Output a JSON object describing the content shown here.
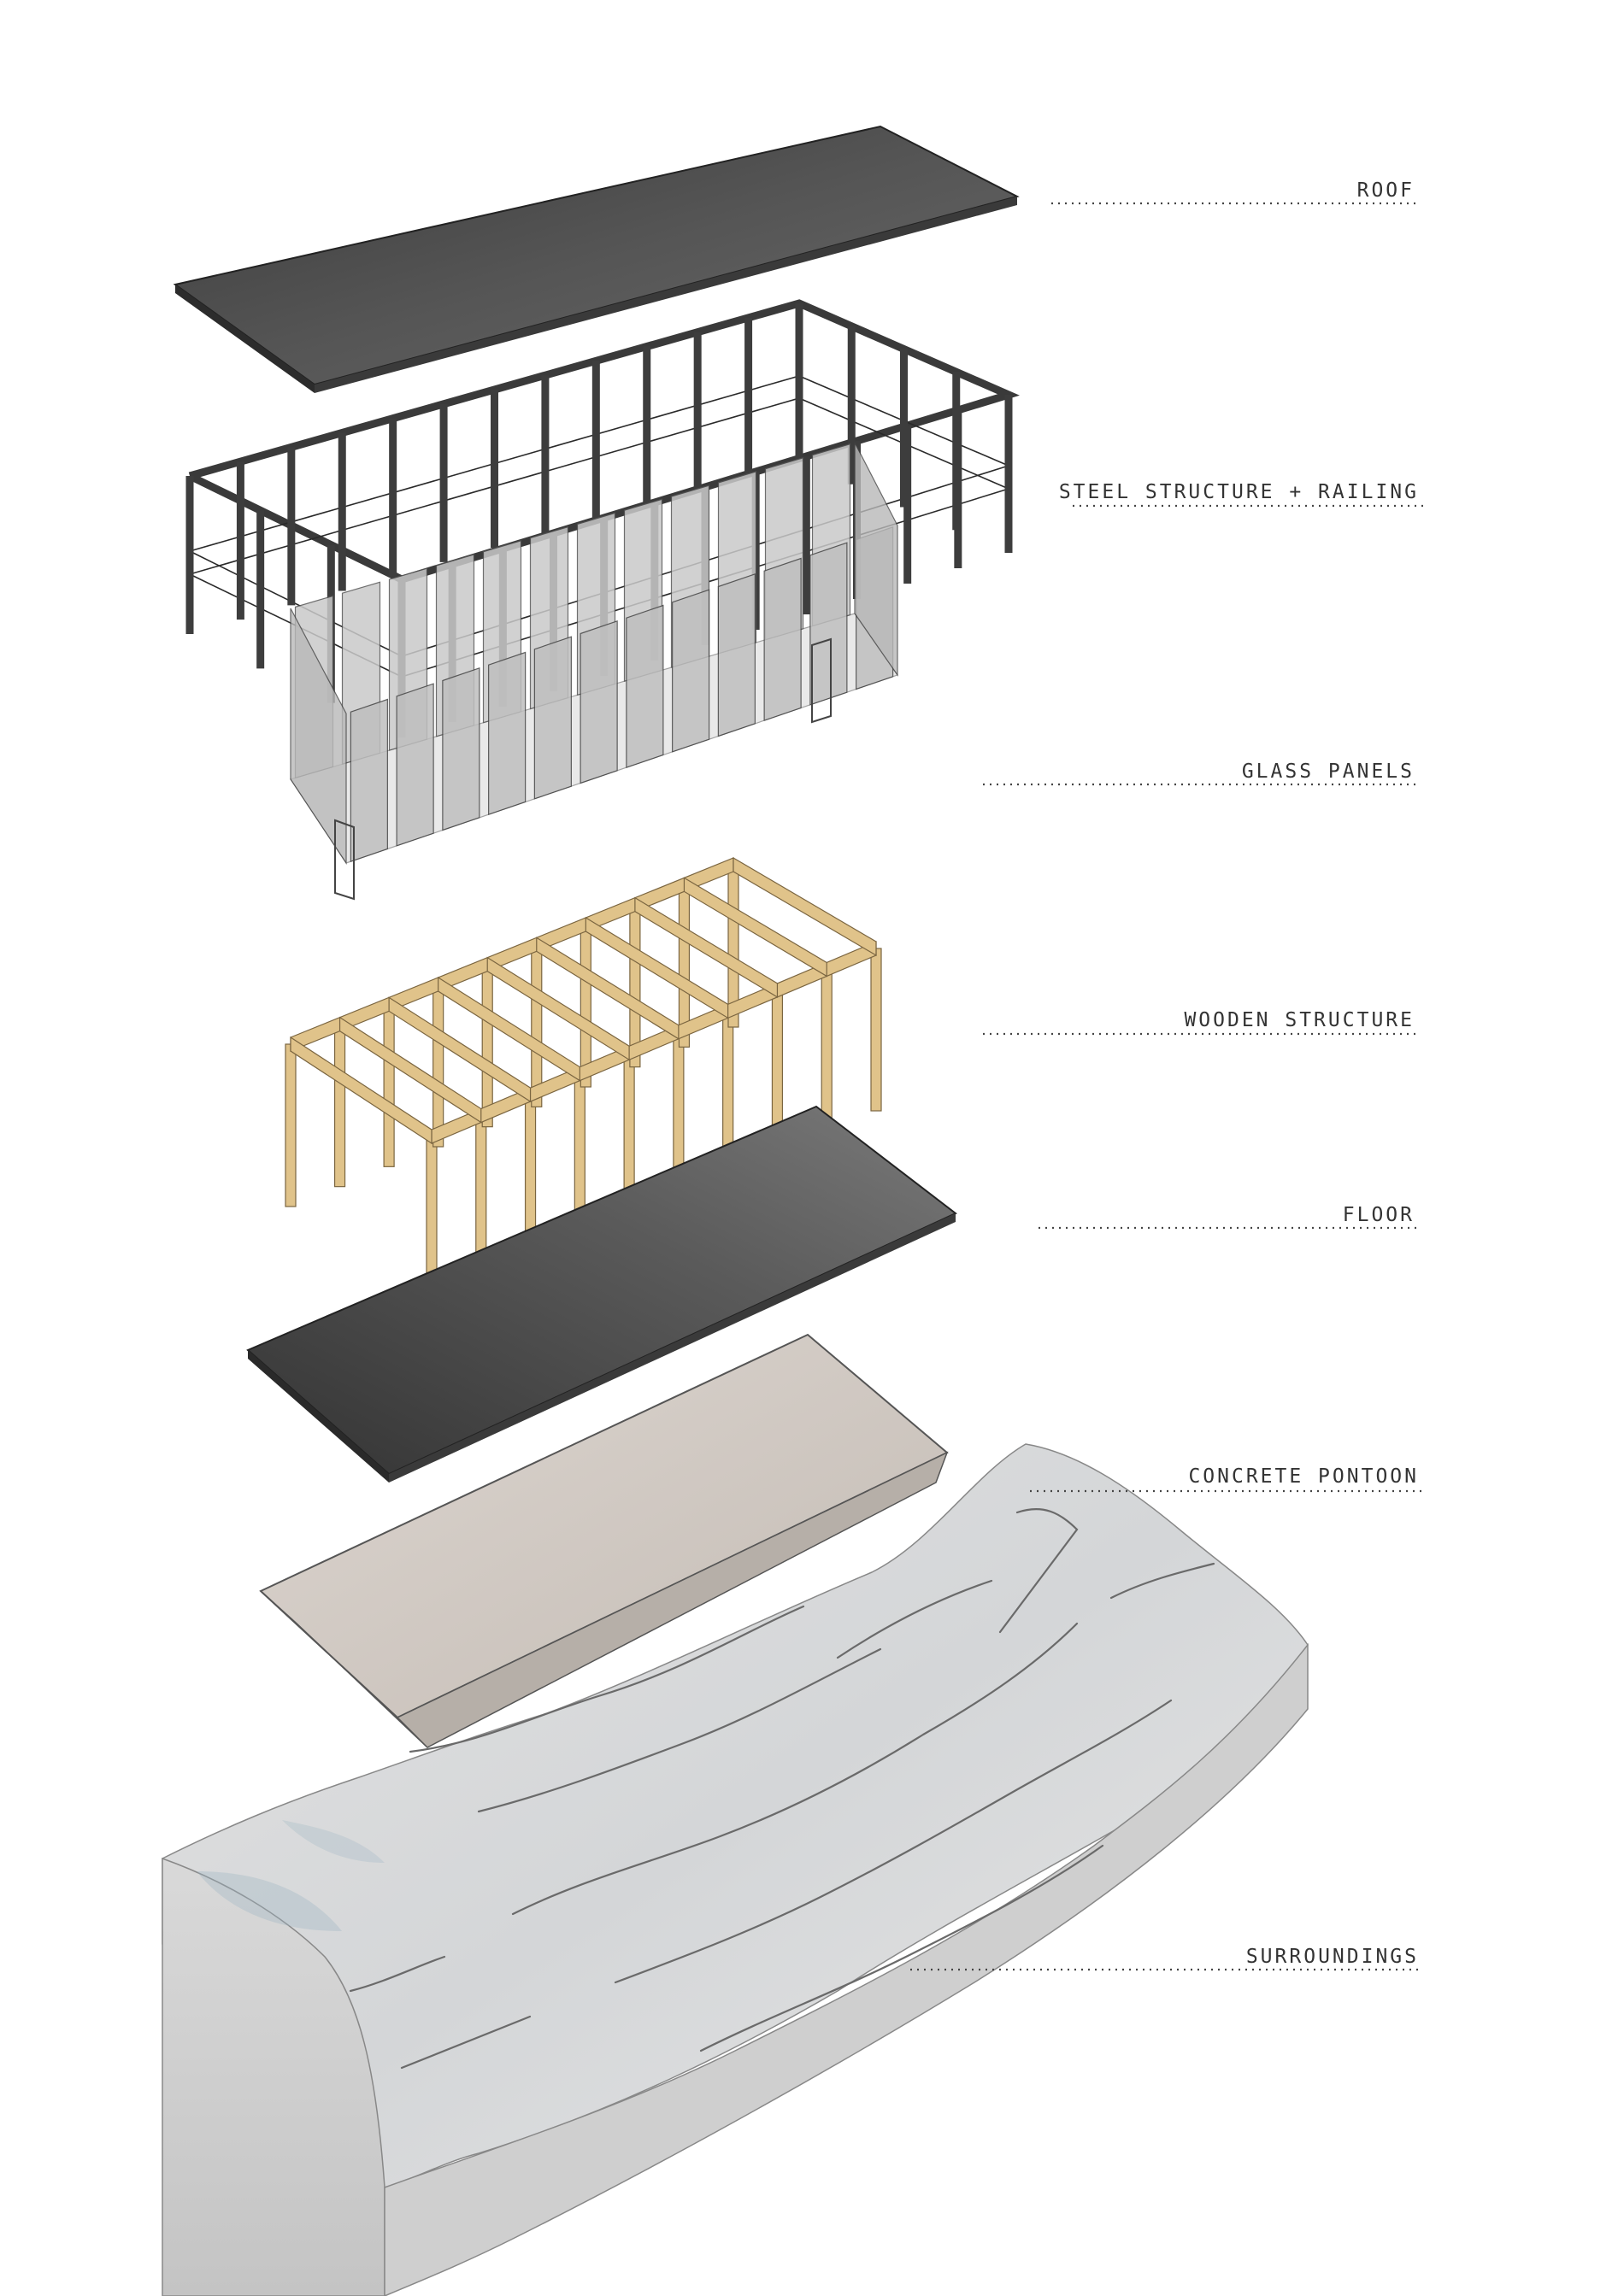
{
  "labels": {
    "roof": "ROOF",
    "steel": "STEEL STRUCTURE + RAILING",
    "glass": "GLASS PANELS",
    "wood": "WOODEN STRUCTURE",
    "floor": "FLOOR",
    "pontoon": "CONCRETE PONTOON",
    "surroundings": "SURROUNDINGS"
  },
  "colors": {
    "roof": "#4a4a4a",
    "steel": "#3d3d3d",
    "glass": "#c9c9c9",
    "wood": "#e0c38a",
    "floor": "#535353",
    "pontoon": "#cfc8c2",
    "surroundings": "#d8d8d8"
  }
}
